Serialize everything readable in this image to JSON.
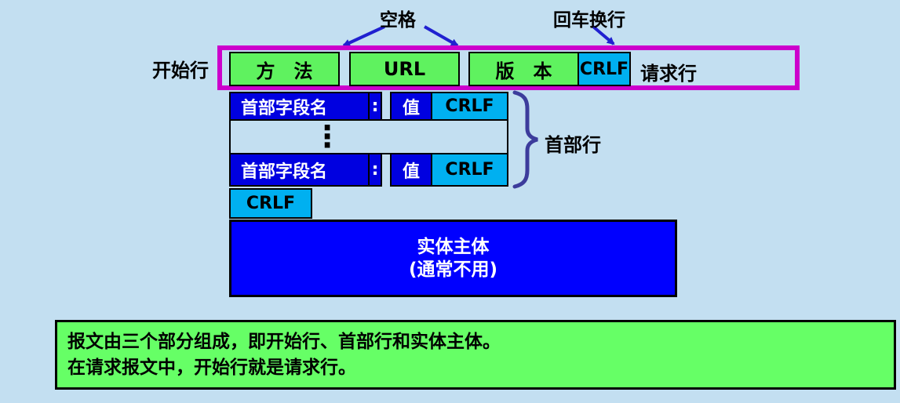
{
  "diagram": {
    "top_labels": {
      "space": "空格",
      "crlf": "回车换行"
    },
    "start_line_label": "开始行",
    "request_line_label": "请求行",
    "start_row": {
      "method": "方　法",
      "url": "URL",
      "version": "版　本",
      "crlf": "CRLF"
    },
    "header_row": {
      "field": "首部字段名",
      "colon": ":",
      "value": "值",
      "crlf": "CRLF"
    },
    "dots_symbol": "⋮",
    "header_lines_label": "首部行",
    "blank_line_crlf": "CRLF",
    "entity_body": {
      "line1": "实体主体",
      "line2": "(通常不用)"
    },
    "note": {
      "line1": "报文由三个部分组成，即开始行、首部行和实体主体。",
      "line2": "在请求报文中，开始行就是请求行。"
    },
    "colors": {
      "background": "#C3DFF1",
      "box_green": "#5FF25F",
      "box_cyan": "#00B0F0",
      "box_dark_blue": "#0000E0",
      "entity_blue": "#0000FF",
      "highlight_magenta": "#CC00CC",
      "connector_blue": "#2020D0",
      "brace_indigo": "#3C3C9C",
      "note_green": "#66FF66"
    }
  }
}
